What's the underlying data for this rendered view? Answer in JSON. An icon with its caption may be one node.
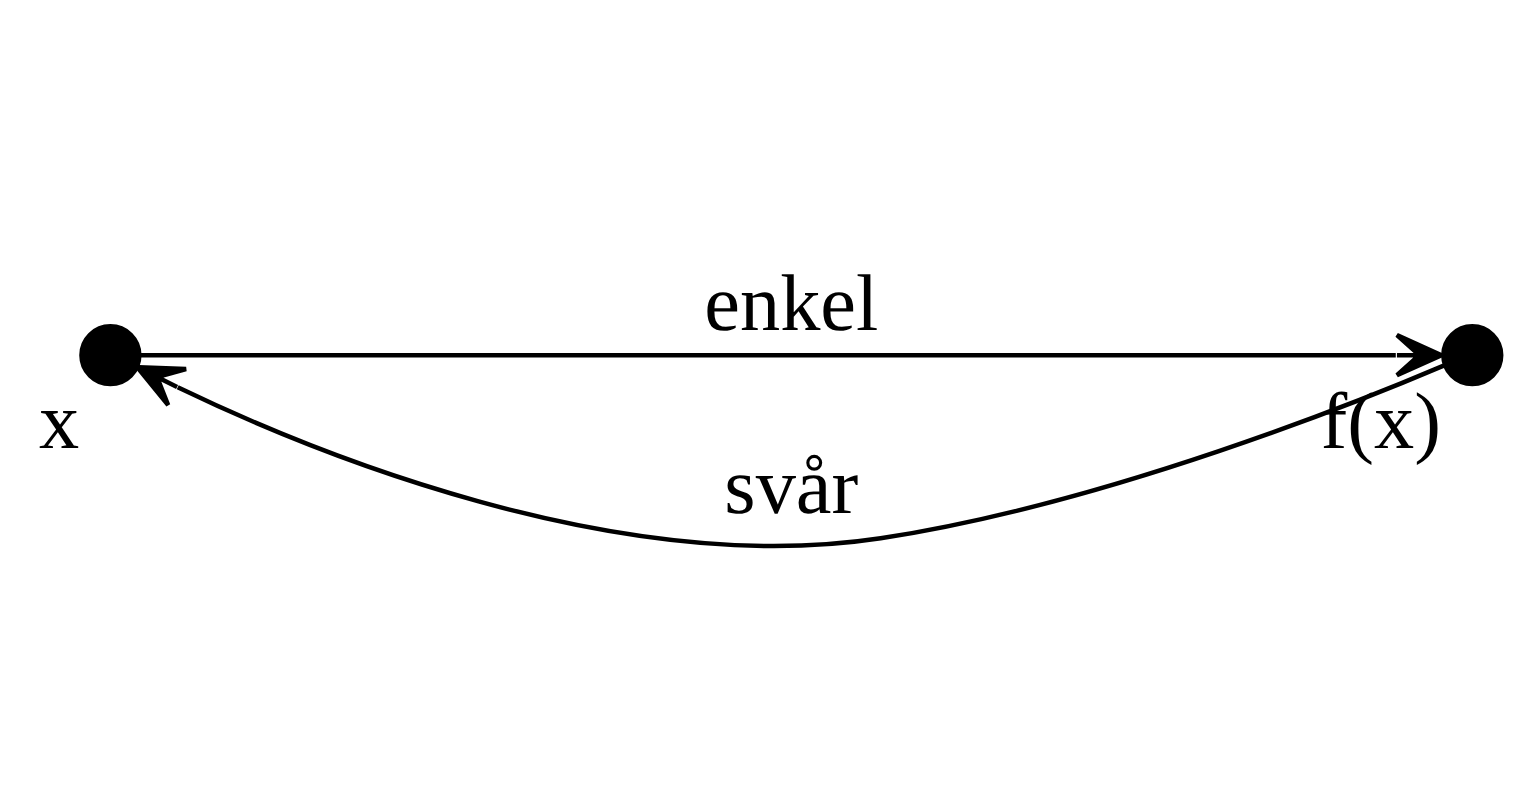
{
  "diagram": {
    "nodes": [
      {
        "text": [],
        "shape": "circle",
        "beside": [
          "x"
        ]
      },
      {
        "text": [],
        "shape": "circle",
        "beside": [
          "f(x)"
        ]
      }
    ],
    "edges": [
      {
        "from": 0,
        "to": 1,
        "arrow": "to",
        "label": "enkel"
      },
      {
        "from": 1,
        "to": 0,
        "arrow": "to",
        "label": "svår"
      }
    ]
  }
}
